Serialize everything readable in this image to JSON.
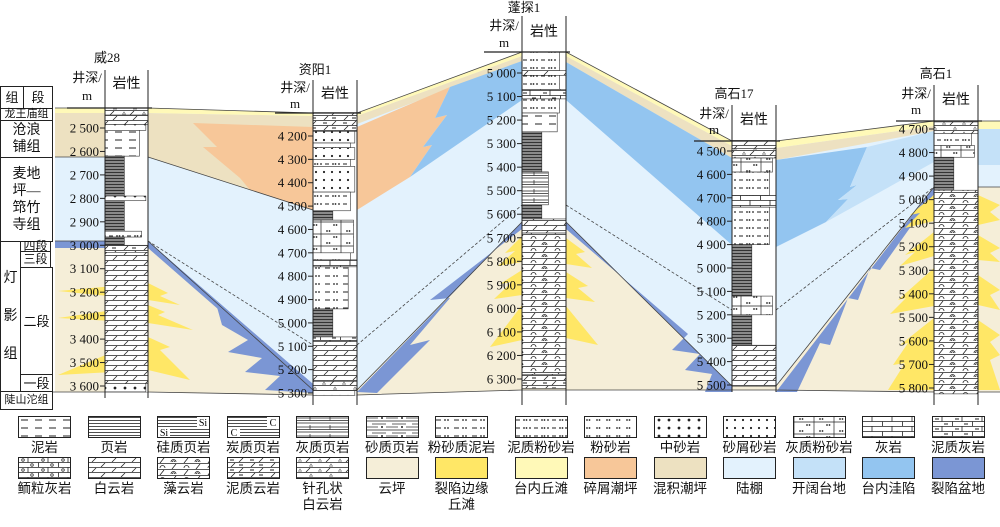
{
  "strat_table": {
    "header_group": "组",
    "header_member": "段",
    "longwangmiao": "龙王庙组",
    "canglangpu": "沧浪铺组",
    "maidiping": "麦地坪—筇竹寺组",
    "dengying": "灯影组",
    "member4": "四段",
    "member3": "三段",
    "member2": "二段",
    "member1": "一段",
    "doushantuo": "陡山沱组"
  },
  "wells": [
    {
      "name": "威28",
      "depth_header": "井深/",
      "depth_unit": "m",
      "lith_header": "岩性",
      "ticks": [
        2500,
        2600,
        2700,
        2800,
        2900,
        3000,
        3100,
        3200,
        3300,
        3400,
        3500,
        3600
      ],
      "lithology": [
        {
          "from": 2415,
          "to": 2445,
          "type": "pinhole"
        },
        {
          "from": 2445,
          "to": 2485,
          "type": "dolo"
        },
        {
          "from": 2485,
          "to": 2510,
          "type": "sand"
        },
        {
          "from": 2510,
          "to": 2620,
          "type": "mud"
        },
        {
          "from": 2620,
          "to": 2790,
          "type": "cshale"
        },
        {
          "from": 2790,
          "to": 2810,
          "type": "sand"
        },
        {
          "from": 2810,
          "to": 2940,
          "type": "cshale"
        },
        {
          "from": 2940,
          "to": 2965,
          "type": "mudsilt"
        },
        {
          "from": 2965,
          "to": 3000,
          "type": "cshale"
        },
        {
          "from": 3000,
          "to": 3030,
          "type": "argildolo"
        },
        {
          "from": 3030,
          "to": 3590,
          "type": "dolo"
        },
        {
          "from": 3590,
          "to": 3625,
          "type": "sand"
        }
      ]
    },
    {
      "name": "资阳1",
      "depth_header": "井深/",
      "depth_unit": "m",
      "lith_header": "岩性",
      "ticks": [
        4200,
        4300,
        4400,
        4500,
        4600,
        4700,
        4800,
        4900,
        5000,
        5100,
        5200,
        5300
      ],
      "lithology": [
        {
          "from": 4100,
          "to": 4180,
          "type": "argildolo"
        },
        {
          "from": 4180,
          "to": 4230,
          "type": "clasticsand"
        },
        {
          "from": 4230,
          "to": 4250,
          "type": "mudsilt"
        },
        {
          "from": 4250,
          "to": 4300,
          "type": "clasticsand"
        },
        {
          "from": 4300,
          "to": 4330,
          "type": "mudsilt"
        },
        {
          "from": 4330,
          "to": 4440,
          "type": "clasticsand"
        },
        {
          "from": 4440,
          "to": 4520,
          "type": "mudsilt"
        },
        {
          "from": 4520,
          "to": 4560,
          "type": "cshale"
        },
        {
          "from": 4560,
          "to": 4700,
          "type": "limesilt"
        },
        {
          "from": 4700,
          "to": 4730,
          "type": "mudsilt"
        },
        {
          "from": 4730,
          "to": 4760,
          "type": "lime"
        },
        {
          "from": 4760,
          "to": 4940,
          "type": "siltymud"
        },
        {
          "from": 4940,
          "to": 5060,
          "type": "cshale"
        },
        {
          "from": 5060,
          "to": 5080,
          "type": "argillime"
        },
        {
          "from": 5080,
          "to": 5250,
          "type": "dolo"
        },
        {
          "from": 5250,
          "to": 5290,
          "type": "pinhole"
        },
        {
          "from": 5290,
          "to": 5310,
          "type": "clasticsand"
        }
      ]
    },
    {
      "name": "蓬探1",
      "depth_header": "井深/",
      "depth_unit": "m",
      "lith_header": "岩性",
      "ticks": [
        5000,
        5100,
        5200,
        5300,
        5400,
        5500,
        5600,
        5700,
        5800,
        5900,
        6000,
        6100,
        6200,
        6300
      ],
      "lithology": [
        {
          "from": 4910,
          "to": 4990,
          "type": "mudsilt"
        },
        {
          "from": 4990,
          "to": 5010,
          "type": "dolo"
        },
        {
          "from": 5010,
          "to": 5070,
          "type": "mudsilt"
        },
        {
          "from": 5070,
          "to": 5110,
          "type": "argillime"
        },
        {
          "from": 5110,
          "to": 5170,
          "type": "mudsilt"
        },
        {
          "from": 5170,
          "to": 5250,
          "type": "mud"
        },
        {
          "from": 5250,
          "to": 5420,
          "type": "cshale"
        },
        {
          "from": 5420,
          "to": 5560,
          "type": "limeshale"
        },
        {
          "from": 5560,
          "to": 5620,
          "type": "cshale"
        },
        {
          "from": 5620,
          "to": 5680,
          "type": "dolo"
        },
        {
          "from": 5680,
          "to": 6280,
          "type": "algal"
        },
        {
          "from": 6280,
          "to": 6340,
          "type": "argildolo"
        }
      ]
    },
    {
      "name": "高石17",
      "depth_header": "井深/",
      "depth_unit": "m",
      "lith_header": "岩性",
      "ticks": [
        4500,
        4600,
        4700,
        4800,
        4900,
        5000,
        5100,
        5200,
        5300,
        5400,
        5500
      ],
      "lithology": [
        {
          "from": 4455,
          "to": 4490,
          "type": "dolo"
        },
        {
          "from": 4490,
          "to": 4530,
          "type": "pinhole"
        },
        {
          "from": 4530,
          "to": 4590,
          "type": "limesilt"
        },
        {
          "from": 4590,
          "to": 4690,
          "type": "mudsilt"
        },
        {
          "from": 4690,
          "to": 4740,
          "type": "lime"
        },
        {
          "from": 4740,
          "to": 4900,
          "type": "mudsilt"
        },
        {
          "from": 4900,
          "to": 5120,
          "type": "cshale"
        },
        {
          "from": 5120,
          "to": 5200,
          "type": "limesilt"
        },
        {
          "from": 5200,
          "to": 5330,
          "type": "cshale"
        },
        {
          "from": 5330,
          "to": 5505,
          "type": "dolo"
        }
      ]
    },
    {
      "name": "高石1",
      "depth_header": "井深/",
      "depth_unit": "m",
      "lith_header": "岩性",
      "ticks": [
        4700,
        4800,
        4900,
        5000,
        5100,
        5200,
        5300,
        5400,
        5500,
        5600,
        5700,
        5800
      ],
      "lithology": [
        {
          "from": 4670,
          "to": 4720,
          "type": "pinhole"
        },
        {
          "from": 4720,
          "to": 4770,
          "type": "mudsilt"
        },
        {
          "from": 4770,
          "to": 4820,
          "type": "limesilt"
        },
        {
          "from": 4820,
          "to": 4960,
          "type": "cshale"
        },
        {
          "from": 4960,
          "to": 5825,
          "type": "algal"
        }
      ]
    }
  ],
  "facies_colors": {
    "yunping": "#F5EED8",
    "rift_margin_shoal": "#FFE766",
    "intra_platform_shoal": "#FFF9B8",
    "clastic_tidal_flat": "#F7C799",
    "mixed_tidal_flat": "#EDE1C1",
    "shelf": "#E3F2FD",
    "open_platform": "#C4E1F8",
    "intra_platform_depression": "#93C5F0",
    "rift_basin": "#7B96D4"
  },
  "legend": {
    "row1": [
      {
        "label": "泥岩",
        "pattern": "mud"
      },
      {
        "label": "页岩",
        "pattern": "shale"
      },
      {
        "label": "硅质页岩",
        "pattern": "shale",
        "tag": "Si"
      },
      {
        "label": "炭质页岩",
        "pattern": "shale",
        "tag": "C"
      },
      {
        "label": "灰质页岩",
        "pattern": "limeshale"
      },
      {
        "label": "砂质页岩",
        "pattern": "sandshale"
      },
      {
        "label": "粉砂质泥岩",
        "pattern": "siltymud"
      },
      {
        "label": "泥质粉砂岩",
        "pattern": "mudsilt"
      },
      {
        "label": "粉砂岩",
        "pattern": "silt"
      },
      {
        "label": "中砂岩",
        "pattern": "sand"
      },
      {
        "label": "砂屑砂岩",
        "pattern": "clasticsand"
      },
      {
        "label": "灰质粉砂岩",
        "pattern": "limesilt"
      },
      {
        "label": "灰岩",
        "pattern": "lime"
      },
      {
        "label": "泥质灰岩",
        "pattern": "argillime"
      }
    ],
    "row2": [
      {
        "label": "鲕粒灰岩",
        "pattern": "oolite"
      },
      {
        "label": "白云岩",
        "pattern": "dolo"
      },
      {
        "label": "藻云岩",
        "pattern": "algal"
      },
      {
        "label": "泥质云岩",
        "pattern": "argildolo"
      },
      {
        "label": "针孔状",
        "label2": "白云岩",
        "pattern": "pinhole"
      },
      {
        "label": "云坪",
        "facies": "yunping"
      },
      {
        "label": "裂陷边缘",
        "label2": "丘滩",
        "facies": "rift_margin_shoal"
      },
      {
        "label": "台内丘滩",
        "facies": "intra_platform_shoal"
      },
      {
        "label": "碎屑潮坪",
        "facies": "clastic_tidal_flat"
      },
      {
        "label": "混积潮坪",
        "facies": "mixed_tidal_flat"
      },
      {
        "label": "陆棚",
        "facies": "shelf"
      },
      {
        "label": "开阔台地",
        "facies": "open_platform"
      },
      {
        "label": "台内洼陷",
        "facies": "intra_platform_depression"
      },
      {
        "label": "裂陷盆地",
        "facies": "rift_basin"
      }
    ]
  }
}
